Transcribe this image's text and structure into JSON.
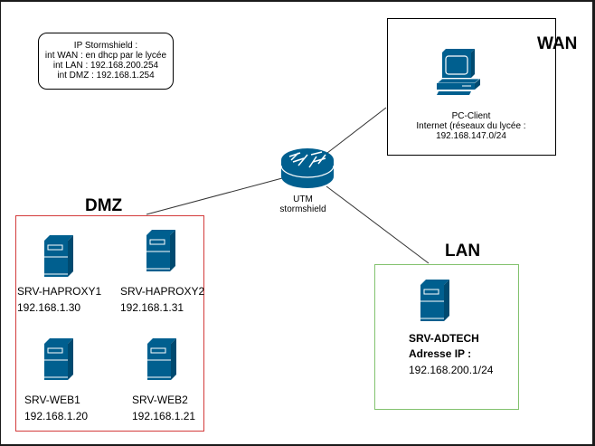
{
  "info_note": {
    "lines": [
      "IP Stormshield :",
      "int WAN : en dhcp par le lycée",
      "int LAN : 192.168.200.254",
      "int DMZ : 192.168.1.254"
    ]
  },
  "zones": {
    "wan": {
      "title": "WAN",
      "border_color": "#000000"
    },
    "dmz": {
      "title": "DMZ",
      "border_color": "#d33b3b"
    },
    "lan": {
      "title": "LAN",
      "border_color": "#82c26e"
    }
  },
  "router": {
    "icon": "router-icon",
    "line1": "UTM",
    "line2": "stormshield"
  },
  "pc_client": {
    "icon": "workstation-icon",
    "line1": "PC-Client",
    "line2": "Internet (réseaux du lycée :",
    "line3": "192.168.147.0/24"
  },
  "dmz_servers": [
    {
      "name": "SRV-HAPROXY1",
      "ip": "192.168.1.30",
      "icon": "server-icon"
    },
    {
      "name": "SRV-HAPROXY2",
      "ip": "192.168.1.31",
      "icon": "server-icon"
    },
    {
      "name": "SRV-WEB1",
      "ip": "192.168.1.20",
      "icon": "server-icon"
    },
    {
      "name": "SRV-WEB2",
      "ip": "192.168.1.21",
      "icon": "server-icon"
    }
  ],
  "lan_server": {
    "name": "SRV-ADTECH",
    "ip_label": "Adresse IP :",
    "ip": "192.168.200.1/24",
    "icon": "server-icon"
  },
  "colors": {
    "icon_fill": "#005f8f",
    "icon_stroke": "#ffffff"
  }
}
